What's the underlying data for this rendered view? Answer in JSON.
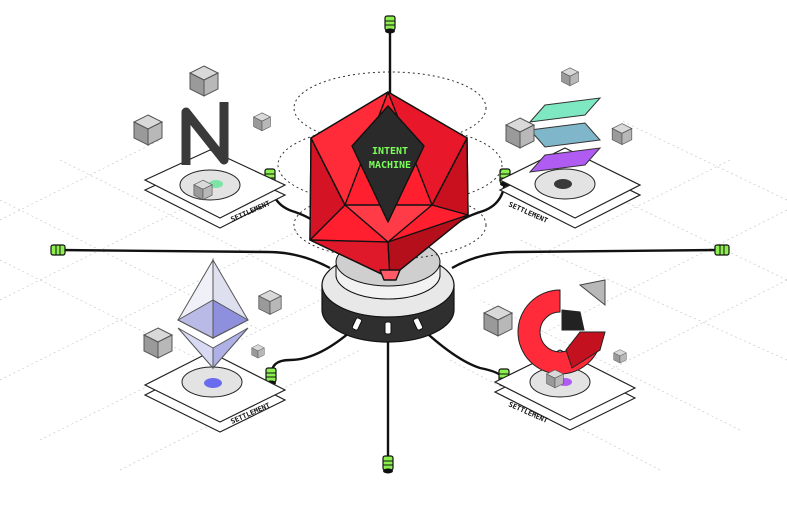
{
  "title_lines": [
    "INTENT",
    "MACHINE"
  ],
  "settlement_labels": [
    "SETTLEMENT",
    "SETTLEMENT",
    "SETTLEMENT",
    "SETTLEMENT"
  ],
  "nodes": [
    {
      "id": "near",
      "position": "top-left",
      "logo": "near-logo"
    },
    {
      "id": "solana",
      "position": "top-right",
      "logo": "solana-logo"
    },
    {
      "id": "ethereum",
      "position": "bottom-left",
      "logo": "ethereum-logo"
    },
    {
      "id": "celo",
      "position": "bottom-right",
      "logo": "ring-logo"
    }
  ],
  "colors": {
    "machine_red": "#ff1f2f",
    "machine_dark_red": "#b5101c",
    "screen": "#2a2a2a",
    "screen_text": "#7dff5a",
    "connector_green": "#8bf04f",
    "wire": "#111111",
    "grid": "#c8c8c8",
    "eth_purple": "#6a6cf0",
    "near_mint": "#7de3a6",
    "solana_teal": "#7ee8c2",
    "solana_blue": "#7fb6c9",
    "solana_purple": "#b05cf2",
    "ring_red": "#ff2a3a"
  }
}
